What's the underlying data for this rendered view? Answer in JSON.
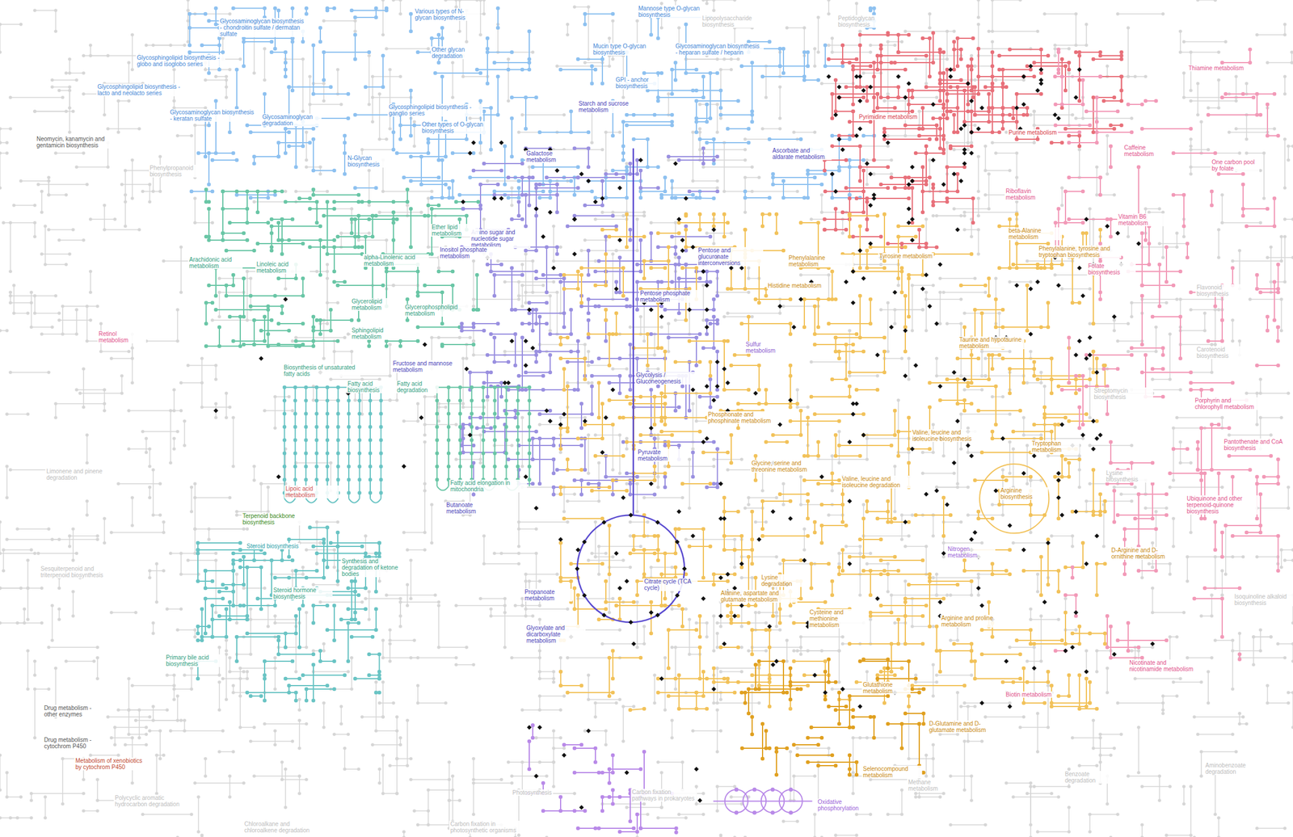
{
  "diagram": {
    "labels": [
      "Glycosaminoglycan biosynthesis - chondroitin sulfate / dermatan sulfate",
      "Various types of N-glycan biosynthesis",
      "Mannose type O-glycan biosynthesis",
      "Glycosphingolipid biosynthesis - globo and isoglobo series",
      "Other glycan degradation",
      "Mucin type O-glycan biosynthesis",
      "Glycosaminoglycan biosynthesis - heparan sulfate / heparin",
      "Glycosphingolipid biosynthesis - lacto and neolacto series",
      "GPI - anchor biosynthesis",
      "Glycosaminoglycan biosynthesis - keratan sulfate",
      "Glycosphingolipid biosynthesis - ganglio series",
      "Glycosaminoglycan degradation",
      "Other types of O-glycan biosynthesis",
      "N-Glycan biosynthesis",
      "Starch and sucrose metabolism",
      "Galactose metabolism",
      "Ascorbate and aldarate metabolism",
      "Amino sugar and nucleotide sugar metabolism",
      "Inositol phosphate metabolism",
      "Pentose and glucuronate interconversions",
      "Pentose phosphate metabolism",
      "Fructose and mannose metabolism",
      "Glycolysis / Gluconeogenesis",
      "Pyruvate metabolism",
      "Butanoate metabolism",
      "Citrate cycle (TCA cycle)",
      "Propanoate metabolism",
      "Glyoxylate and dicarboxylate metabolism",
      "Oxidative phosphorylation",
      "Nitrogen metabolism",
      "Sulfur metabolism",
      "Ether lipid metabolism",
      "Arachidonic acid metabolism",
      "Linoleic acid metabolism",
      "alpha-Linolenic acid metabolism",
      "Glycerolipid metabolism",
      "Glycerophospholipid metabolism",
      "Sphingolipid metabolism",
      "Biosynthesis of unsaturated fatty acids",
      "Fatty acid biosynthesis",
      "Fatty acid degradation",
      "Fatty acid elongation in mitochondria",
      "Lipoic acid metabolism",
      "Terpenoid backbone biosynthesis",
      "Steroid biosynthesis",
      "Synthesis and degradation of ketone bodies",
      "Steroid hormone biosynthesis",
      "Primary bile acid biosynthesis",
      "Pyrimidine metabolism",
      "Purine metabolism",
      "Thiamine metabolism",
      "Caffeine metabolism",
      "One carbon pool by folate",
      "Riboflavin metabolism",
      "Vitamin B6 metabolism",
      "Folate biosynthesis",
      "Porphyrin and chlorophyll metabolism",
      "Pantothenate and CoA biosynthesis",
      "Ubiquinone and other terpenoid-quinone biosynthesis",
      "Nicotinate and nicotinamide metabolism",
      "Biotin metabolism",
      "Retinol metabolism",
      "Phenylalanine metabolism",
      "beta-Alanine metabolism",
      "Phenylalanine, tyrosine and tryptophan biosynthesis",
      "Tyrosine metabolism",
      "Histidine metabolism",
      "Taurine and hypotaurine metabolism",
      "Phosphonate and phosphinate metabolism",
      "Valine, leucine and isoleucine biosynthesis",
      "Tryptophan metabolism",
      "Glycine, serine and threonine metabolism",
      "Valine, leucine and isoleucine degradation",
      "Arginine biosynthesis",
      "D-Arginine and D-ornithine metabolism",
      "Lysine degradation",
      "Alanine, aspartate and glutamate metabolism",
      "Cysteine and methionine metabolism",
      "Arginine and proline metabolism",
      "Glutathione metabolism",
      "D-Glutamine and D-glutamate metabolism",
      "Selenocompound metabolism",
      "Neomycin, kanamycin and gentamicin biosynthesis",
      "Drug metabolism - other enzymes",
      "Drug metabolism - cytochrom P450",
      "Metabolism of xenobiotics by cytochrom P450",
      "Lipopolysaccharide biosynthesis",
      "Peptidoglycan biosynthesis",
      "Carbon fixation pathways in prokaryotes",
      "Carbon fixation in photosynthetic organisms",
      "Methane metabolism",
      "Photosynthesis",
      "Polycyclic aromatic hydrocarbon degradation",
      "Chloroalkane and chloroalkene degradation",
      "Benzoate degradation",
      "Aminobenzoate degradation",
      "Sesquiterpenoid and triterpenoid biosynthesis",
      "Limonene and pinene degradation",
      "Flavonoid biosynthesis",
      "Carotenoid biosynthesis",
      "Lysine biosynthesis",
      "Isoquinoline alkaloid biosynthesis",
      "Phenylpropanoid biosynthesis",
      "Streptomycin biosynthesis"
    ]
  }
}
